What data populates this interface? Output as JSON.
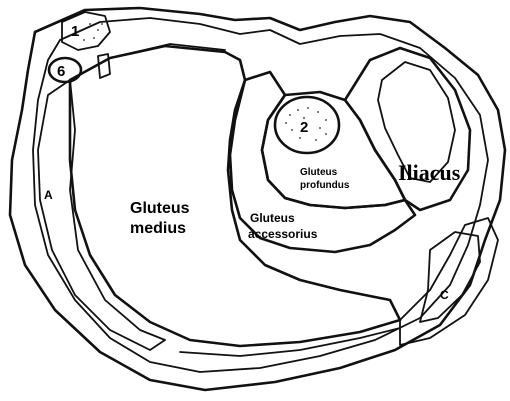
{
  "labels": {
    "bone_1": "1",
    "bone_2": "2",
    "nerve_6": "6",
    "region_a": "A",
    "region_c": "C",
    "gluteus_medius_line1": "Gluteus",
    "gluteus_medius_line2": "medius",
    "gluteus_profundus_line1": "Gluteus",
    "gluteus_profundus_line2": "profundus",
    "gluteus_accessorius_line1": "Gluteus",
    "gluteus_accessorius_line2": "accessorius",
    "iliacus": "Iliacus"
  }
}
